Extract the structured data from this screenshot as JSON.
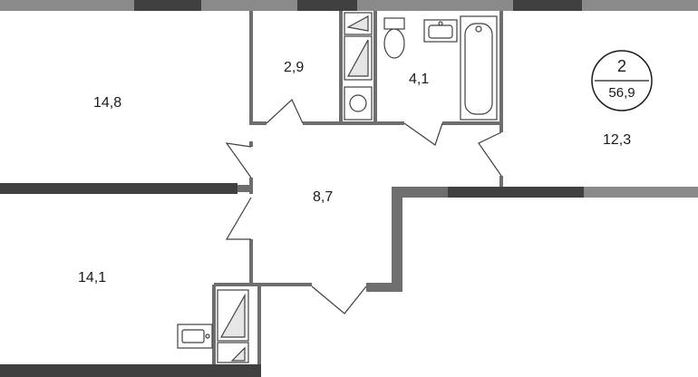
{
  "plan": {
    "rooms_count": "2",
    "total_area": "56,9",
    "rooms": [
      {
        "id": "room-1",
        "area": "14,8"
      },
      {
        "id": "storage",
        "area": "2,9"
      },
      {
        "id": "bathroom",
        "area": "4,1"
      },
      {
        "id": "kitchen",
        "area": "12,3"
      },
      {
        "id": "hallway",
        "area": "8,7"
      },
      {
        "id": "room-2",
        "area": "14,1"
      }
    ]
  },
  "colors": {
    "wall_dark": "#404040",
    "wall_mid": "#6e6e6e",
    "wall_light": "#8a8a8a",
    "text": "#1a1a1a",
    "background": "#ffffff"
  }
}
